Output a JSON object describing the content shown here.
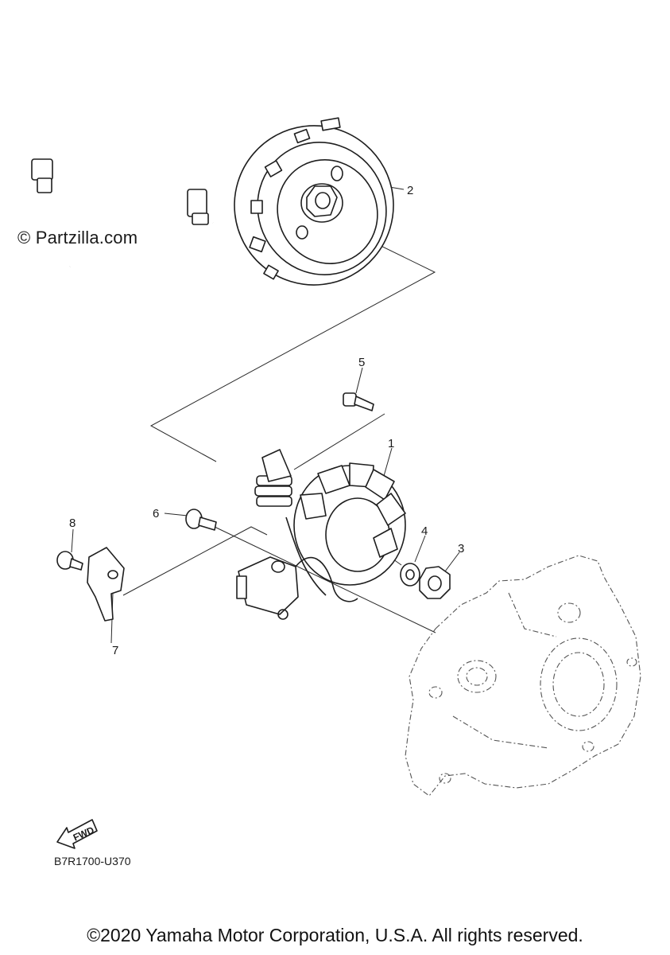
{
  "watermark": "© Partzilla.com",
  "callouts": [
    "1",
    "2",
    "3",
    "4",
    "5",
    "6",
    "7",
    "8"
  ],
  "fwd_label": "FWD",
  "diagram_code": "B7R1700-U370",
  "copyright": "©2020 Yamaha Motor Corporation, U.S.A. All rights reserved."
}
